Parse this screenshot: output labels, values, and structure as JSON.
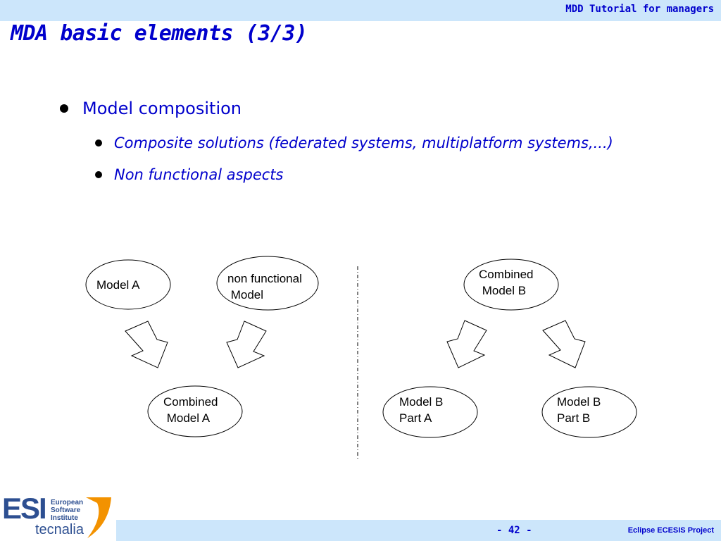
{
  "header": {
    "title": "MDD Tutorial for managers"
  },
  "slide": {
    "title": "MDA basic elements (3/3)",
    "bullets": [
      {
        "text": "Model composition",
        "level": 1
      },
      {
        "text": "Composite solutions (federated systems, multiplatform systems,...)",
        "level": 2
      },
      {
        "text": "Non functional aspects",
        "level": 2
      }
    ]
  },
  "diagram": {
    "left": {
      "model_a": "Model A",
      "non_functional_model": "non functional\n Model",
      "combined_model_a": "Combined\n Model A"
    },
    "right": {
      "combined_model_b": "Combined\n Model B",
      "model_b_part_a": "Model B\nPart A",
      "model_b_part_b": "Model B\nPart B"
    }
  },
  "footer": {
    "page_number": "- 42 -",
    "project": "Eclipse ECESIS Project"
  },
  "logo": {
    "abbr": "ESI",
    "line1": "European",
    "line2": "Software",
    "line3": "Institute",
    "brand": "tecnalia"
  },
  "colors": {
    "accent": "#0000cc",
    "bar": "#cce6fb",
    "logo_blue": "#2d4f91",
    "logo_orange": "#f39200"
  }
}
